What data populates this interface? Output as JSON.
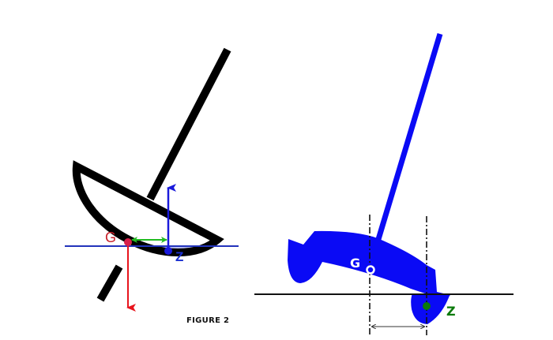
{
  "figure": {
    "caption": "FIGURE 2"
  },
  "left_diagram": {
    "label_g": "G",
    "label_z": "Z",
    "colors": {
      "hull": "#000000",
      "waterline": "#2233bb",
      "submerged_fill": "#b8bdf5",
      "gravity_arrow": "#e8141c",
      "buoyancy_arrow": "#1a1adb",
      "lever_arm_arrow": "#22bb22",
      "g_label": "#c8202a",
      "z_label": "#1a2fd0"
    }
  },
  "right_diagram": {
    "label_g": "G",
    "label_z": "Z",
    "colors": {
      "boat": "#0a0af5",
      "waterline": "#111111",
      "g_marker": "#ffffff",
      "z_marker": "#0a7a0a",
      "z_label": "#0a7a0a",
      "g_label": "#ffffff",
      "reference_lines": "#111111"
    }
  }
}
